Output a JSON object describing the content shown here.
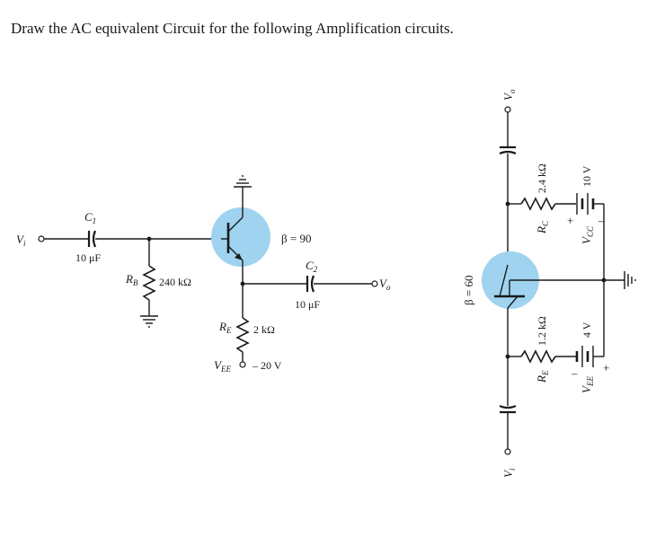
{
  "question": "Draw the AC equivalent Circuit for the following Amplification circuits.",
  "circuit1": {
    "vi": "V",
    "vi_sub": "i",
    "c1_name": "C",
    "c1_sub": "1",
    "c1_value": "10 μF",
    "rb_name": "R",
    "rb_sub": "B",
    "rb_value": "240 kΩ",
    "beta": "β = 90",
    "c2_name": "C",
    "c2_sub": "2",
    "c2_value": "10 μF",
    "vo": "V",
    "vo_sub": "o",
    "re_name": "R",
    "re_sub": "E",
    "re_value": "2 kΩ",
    "vee_name": "V",
    "vee_sub": "EE",
    "vee_value": "– 20 V"
  },
  "circuit2": {
    "vo": "V",
    "vo_sub": "o",
    "vi": "V",
    "vi_sub": "i",
    "beta": "β = 60",
    "rc_name": "R",
    "rc_sub": "C",
    "rc_value": "2.4 kΩ",
    "vcc_name": "V",
    "vcc_sub": "CC",
    "vcc_value": "10 V",
    "re_name": "R",
    "re_sub": "E",
    "re_value": "1.2 kΩ",
    "vee_name": "V",
    "vee_sub": "EE",
    "vee_value": "4 V",
    "plus": "+",
    "minus": "–"
  }
}
